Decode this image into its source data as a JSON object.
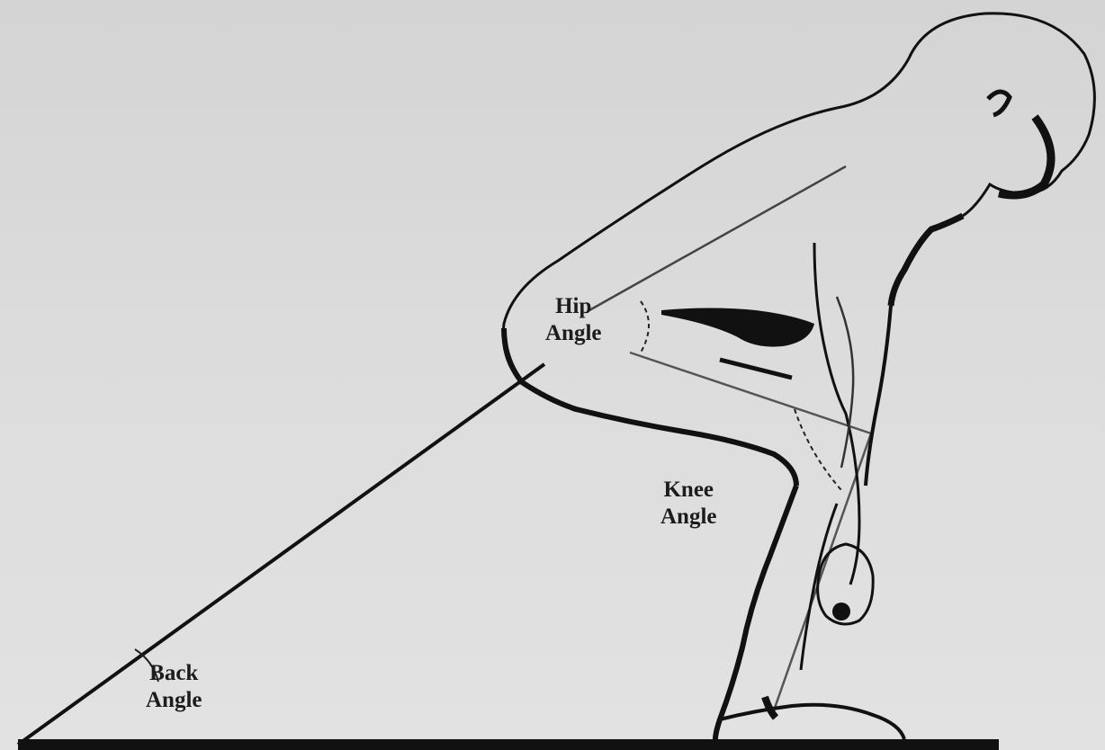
{
  "labels": {
    "hip": {
      "line1": "Hip",
      "line2": "Angle"
    },
    "knee": {
      "line1": "Knee",
      "line2": "Angle"
    },
    "back": {
      "line1": "Back",
      "line2": "Angle"
    }
  },
  "colors": {
    "background": "#dcdcdc",
    "ink": "#111111",
    "text": "#1c1c1c"
  }
}
